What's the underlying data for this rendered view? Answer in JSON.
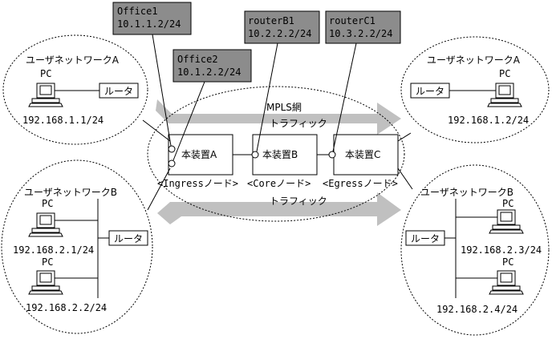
{
  "labels": {
    "office1": "Office1\n10.1.1.2/24",
    "office2": "Office2\n10.1.2.2/24",
    "routerB1": "routerB1\n10.2.2.2/24",
    "routerC1": "routerC1\n10.3.2.2/24"
  },
  "network": {
    "mpls_title": "MPLS網",
    "traffic_top": "トラフィック",
    "traffic_bottom": "トラフィック",
    "ingress": "<Ingressノード>",
    "core": "<Coreノード>",
    "egress": "<Egressノード>",
    "device_a": "本装置A",
    "device_b": "本装置B",
    "device_c": "本装置C"
  },
  "left_a": {
    "title": "ユーザネットワークA",
    "pc": "PC",
    "router": "ルータ",
    "ip": "192.168.1.1/24"
  },
  "right_a": {
    "title": "ユーザネットワークA",
    "pc": "PC",
    "router": "ルータ",
    "ip": "192.168.1.2/24"
  },
  "left_b": {
    "title": "ユーザネットワークB",
    "pc1": "PC",
    "ip1": "192.168.2.1/24",
    "pc2": "PC",
    "ip2": "192.168.2.2/24",
    "router": "ルータ"
  },
  "right_b": {
    "title": "ユーザネットワークB",
    "router": "ルータ",
    "pc1": "PC",
    "ip1": "192.168.2.3/24",
    "pc2": "PC",
    "ip2": "192.168.2.4/24"
  },
  "colors": {
    "label_box": "#8c8c8c",
    "traffic_arrow": "#c0c0c0"
  }
}
